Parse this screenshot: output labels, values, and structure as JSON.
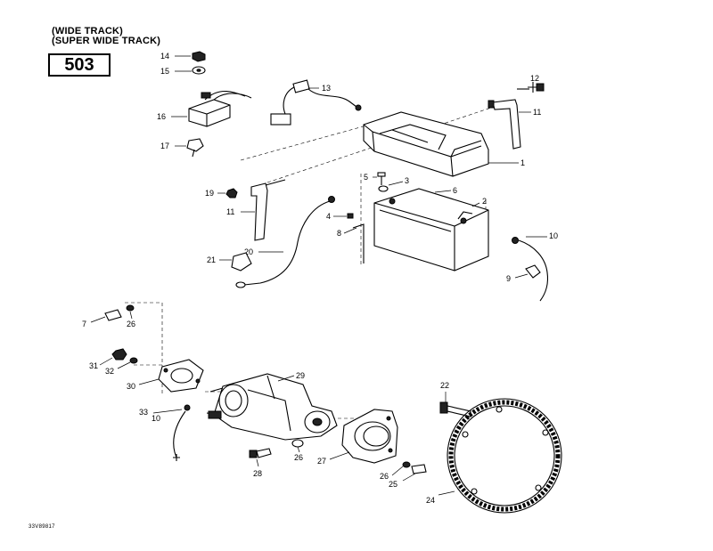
{
  "header": {
    "line1": "(WIDE TRACK)",
    "line2": "(SUPER WIDE TRACK)",
    "page_number": "503"
  },
  "footer": {
    "drawing_code": "33V89817"
  },
  "callouts": {
    "c1": "1",
    "c2": "2",
    "c3": "3",
    "c4": "4",
    "c5": "5",
    "c6": "6",
    "c7": "7",
    "c8": "8",
    "c9": "9",
    "c10a": "10",
    "c10b": "10",
    "c11a": "11",
    "c11b": "11",
    "c12": "12",
    "c13": "13",
    "c14": "14",
    "c15": "15",
    "c16": "16",
    "c17": "17",
    "c19": "19",
    "c20": "20",
    "c21": "21",
    "c22": "22",
    "c24": "24",
    "c25": "25",
    "c26a": "26",
    "c26b": "26",
    "c26c": "26",
    "c27": "27",
    "c28": "28",
    "c29": "29",
    "c30": "30",
    "c31": "31",
    "c32": "32",
    "c33": "33"
  }
}
